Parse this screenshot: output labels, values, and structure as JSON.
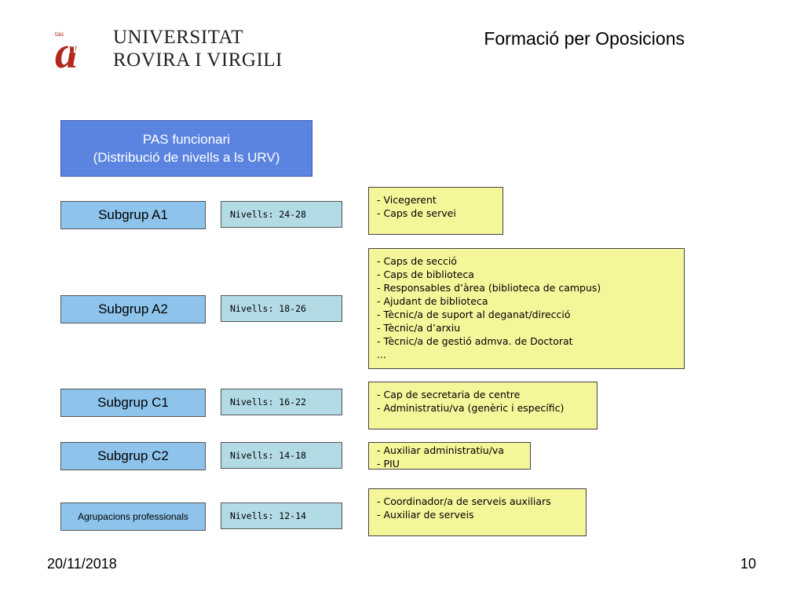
{
  "header": {
    "logo_line1": "UNIVERSITAT",
    "logo_line2": "ROVIRA I VIRGILI",
    "slide_title": "Formació per Oposicions"
  },
  "main_box": {
    "line1": "PAS funcionari",
    "line2": "(Distribució de nivells a ls URV)"
  },
  "rows": [
    {
      "subgroup": "Subgrup A1",
      "levels": "Nivells: 24-28",
      "roles": [
        "- Vicegerent",
        "- Caps de servei"
      ]
    },
    {
      "subgroup": "Subgrup A2",
      "levels": "Nivells: 18-26",
      "roles": [
        "- Caps de secció",
        "- Caps de biblioteca",
        "- Responsables d’àrea (biblioteca de campus)",
        "- Ajudant de biblioteca",
        "- Tècnic/a de suport al deganat/direcció",
        "- Tècnic/a d’arxiu",
        "- Tècnic/a de gestió admva. de Doctorat",
        "..."
      ]
    },
    {
      "subgroup": "Subgrup C1",
      "levels": "Nivells: 16-22",
      "roles": [
        "- Cap de secretaria de centre",
        "- Administratiu/va (genèric i específic)"
      ]
    },
    {
      "subgroup": "Subgrup C2",
      "levels": "Nivells: 14-18",
      "roles": [
        "- Auxiliar administratiu/va",
        "- PIU"
      ]
    },
    {
      "subgroup": "Agrupacions professionals",
      "levels": "Nivells: 12-14",
      "roles": [
        "- Coordinador/a de serveis auxiliars",
        "- Auxiliar de serveis"
      ]
    }
  ],
  "footer": {
    "date": "20/11/2018",
    "page": "10"
  },
  "colors": {
    "header_box": "#5b84e0",
    "subgroup_box": "#8ec4ec",
    "levels_box": "#b3dbe6",
    "roles_box": "#f5f59a",
    "logo_red": "#b22a1c"
  }
}
